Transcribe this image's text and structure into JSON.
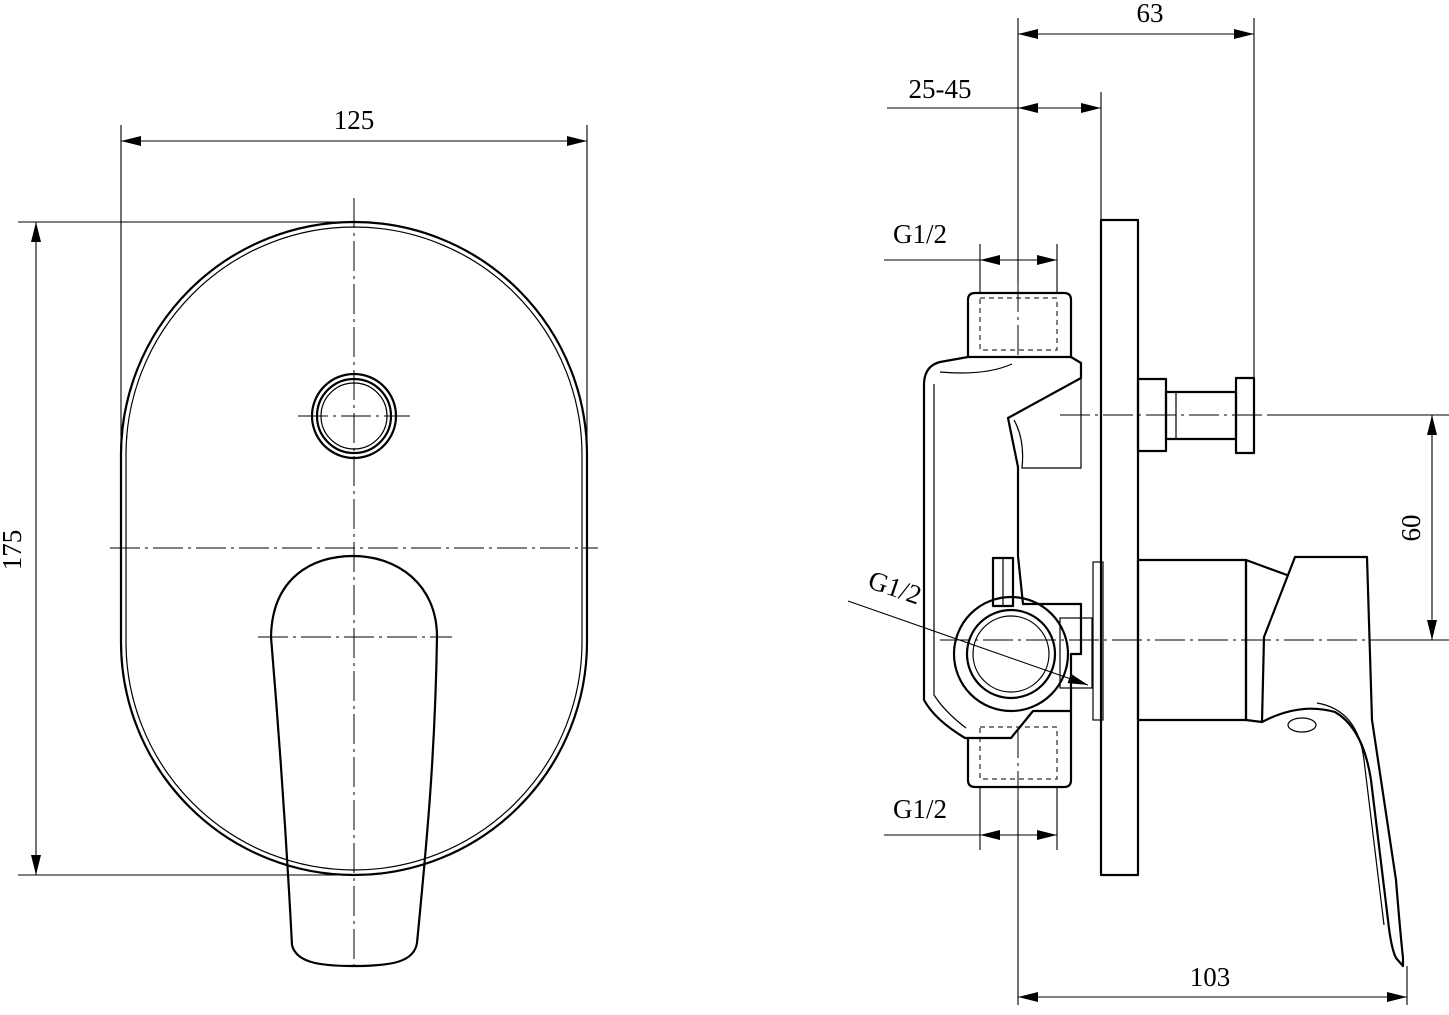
{
  "front_view": {
    "width_dim": "125",
    "height_dim": "175"
  },
  "side_view": {
    "depth_dim": "63",
    "wall_range_dim": "25-45",
    "inlet_top_dim": "G1/2",
    "inlet_side_dim": "G1/2",
    "outlet_bottom_dim": "G1/2",
    "handle_offset_dim": "60",
    "total_depth_dim": "103"
  }
}
